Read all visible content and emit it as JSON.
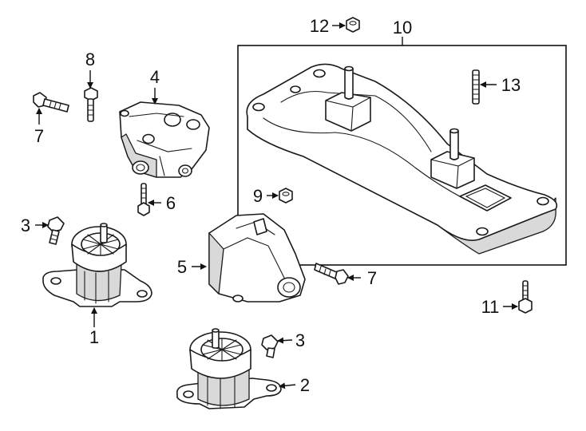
{
  "callouts": {
    "c1": "1",
    "c2": "2",
    "c3a": "3",
    "c3b": "3",
    "c4": "4",
    "c5": "5",
    "c6": "6",
    "c7a": "7",
    "c7b": "7",
    "c8": "8",
    "c9": "9",
    "c10": "10",
    "c11": "11",
    "c12": "12",
    "c13": "13"
  },
  "colors": {
    "line": "#1a1a1a",
    "shading": "#d9d9d9",
    "background": "#ffffff"
  }
}
